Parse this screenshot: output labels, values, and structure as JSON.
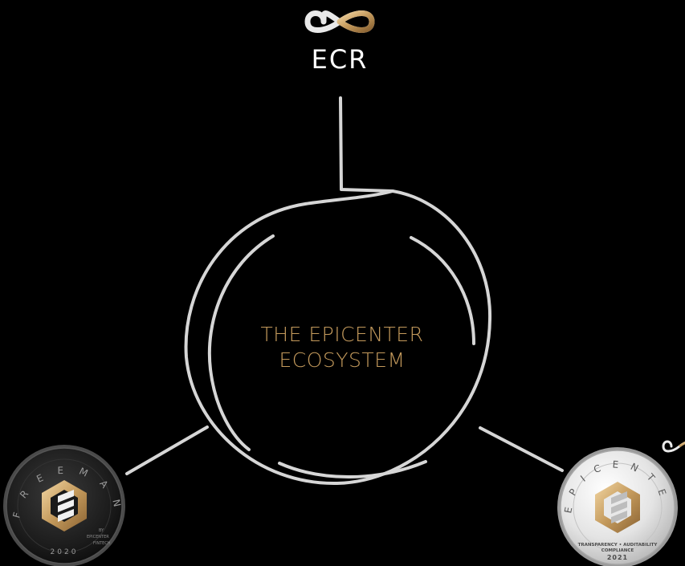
{
  "colors": {
    "background": "#000000",
    "ring": "#d6d6d6",
    "gold": "#c49a5c",
    "white": "#ffffff"
  },
  "top_logo": {
    "icon": "infinity-icon",
    "label": "ECR"
  },
  "center": {
    "title_line1": "THE EPICENTER",
    "title_line2": "ECOSYSTEM"
  },
  "left_coin": {
    "ring_text": "FREEMAN",
    "year": "2020",
    "small_text_1": "BY",
    "small_text_2": "EPICENTER",
    "small_text_3": "FINTECH"
  },
  "right_coin": {
    "ring_text": "EPICENTER",
    "band_line1": "TRANSPARENCY • AUDITABILITY",
    "band_line2": "COMPLIANCE",
    "year": "2021"
  },
  "corner_icon": "infinity-icon"
}
